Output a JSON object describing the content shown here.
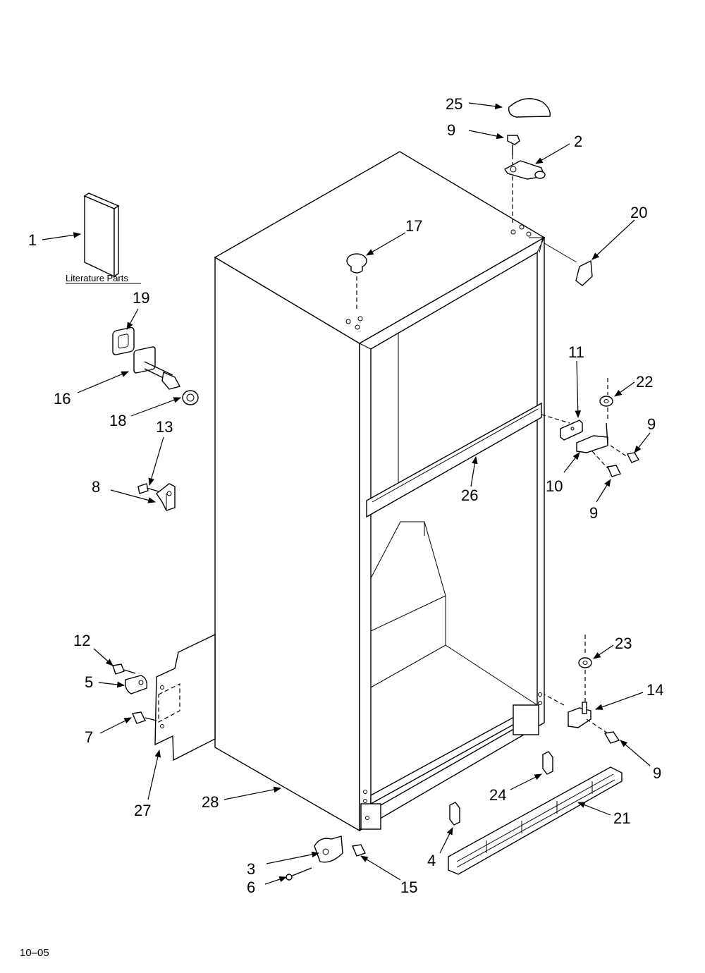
{
  "diagram": {
    "callouts": {
      "c1": "1",
      "c2": "2",
      "c3": "3",
      "c4": "4",
      "c5": "5",
      "c6": "6",
      "c7": "7",
      "c8": "8",
      "c9a": "9",
      "c9b": "9",
      "c9c": "9",
      "c9d": "9",
      "c10": "10",
      "c11": "11",
      "c12": "12",
      "c13": "13",
      "c14": "14",
      "c15": "15",
      "c16": "16",
      "c17": "17",
      "c18": "18",
      "c19": "19",
      "c20": "20",
      "c21": "21",
      "c22": "22",
      "c23": "23",
      "c24": "24",
      "c25": "25",
      "c26": "26",
      "c27": "27",
      "c28": "28"
    },
    "literature_label": "Literature Parts",
    "page_code": "10–05"
  }
}
